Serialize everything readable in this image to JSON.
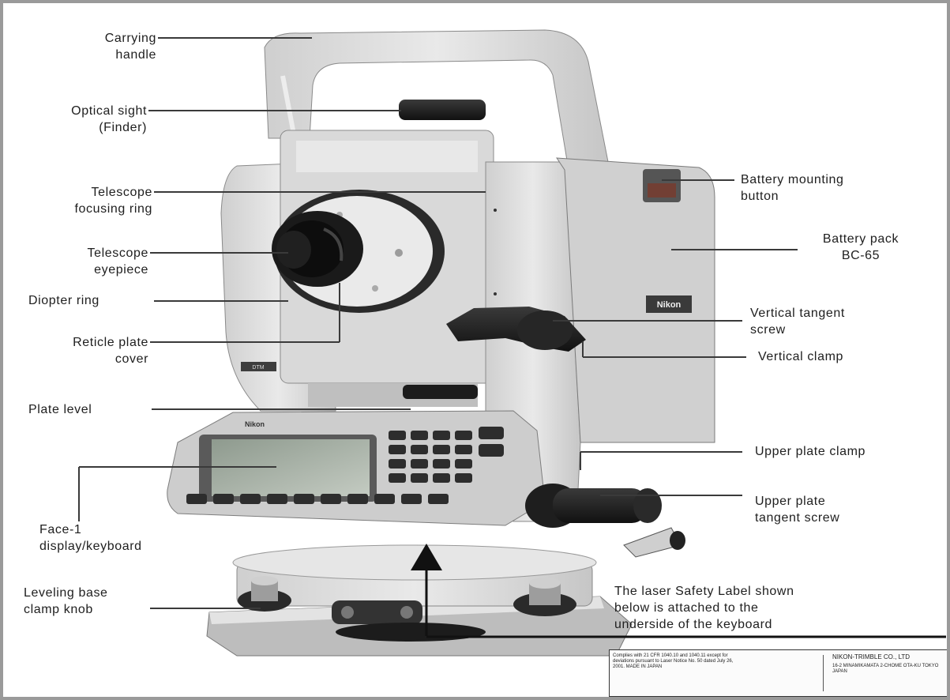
{
  "labels": {
    "carrying_handle": [
      "Carrying",
      "handle"
    ],
    "optical_sight": [
      "Optical sight",
      "(Finder)"
    ],
    "telescope_focusing_ring": [
      "Telescope",
      "focusing ring"
    ],
    "telescope_eyepiece": [
      "Telescope",
      "eyepiece"
    ],
    "diopter_ring": [
      "Diopter ring"
    ],
    "reticle_plate_cover": [
      "Reticle plate",
      "cover"
    ],
    "plate_level": [
      "Plate level"
    ],
    "face1_display_keyboard": [
      "Face-1",
      "display/keyboard"
    ],
    "leveling_base_clamp_knob": [
      "Leveling base",
      "clamp knob"
    ],
    "battery_mounting_button": [
      "Battery mounting",
      "button"
    ],
    "battery_pack": [
      "Battery pack",
      "BC-65"
    ],
    "vertical_tangent_screw": [
      "Vertical tangent",
      "screw"
    ],
    "vertical_clamp": [
      "Vertical clamp"
    ],
    "upper_plate_clamp": [
      "Upper plate clamp"
    ],
    "upper_plate_tangent_screw": [
      "Upper plate",
      "tangent screw"
    ],
    "laser_safety_note": [
      "The laser Safety Label shown",
      "below is attached to the",
      "underside of the keyboard"
    ]
  },
  "device": {
    "brand_side": "Nikon",
    "brand_keyboard": "Nikon",
    "model_badge": "DTM"
  },
  "safety_label": {
    "left_text": "Complies with 21 CFR 1040.10 and 1040.11 except for deviations pursuant to Laser Notice No. 50 dated July 26, 2001. MADE IN JAPAN",
    "company": "NIKON-TRIMBLE CO., LTD",
    "address": "16-2 MINAMIKAMATA 2-CHOME OTA-KU TOKYO JAPAN"
  },
  "colors": {
    "body": "#dcdcdc",
    "body_shade": "#bdbdbd",
    "dark": "#1e1e1e",
    "leader_line": "#3a3a3a"
  }
}
